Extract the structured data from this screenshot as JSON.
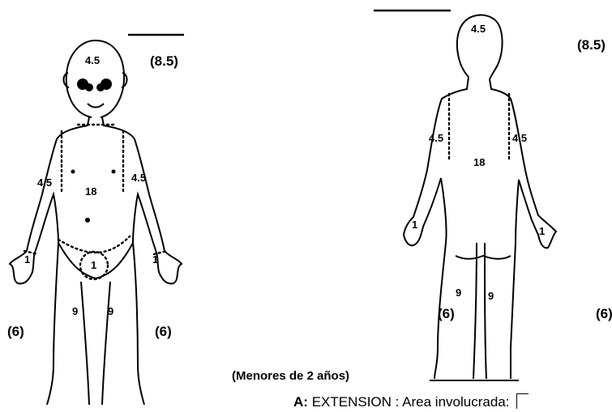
{
  "front_figure": {
    "head": "4.5",
    "head_total": "(8.5)",
    "trunk": "18",
    "left_arm": "4.5",
    "right_arm": "4.5",
    "left_hand": "1",
    "right_hand": "1",
    "genitals": "1",
    "left_leg": "9",
    "right_leg": "9",
    "left_leg_total": "(6)",
    "right_leg_total": "(6)"
  },
  "back_figure": {
    "head": "4.5",
    "head_total": "(8.5)",
    "trunk": "18",
    "left_arm": "4.5",
    "right_arm": "4.5",
    "left_hand": "1",
    "right_hand": "1",
    "left_leg": "9",
    "right_leg": "9",
    "left_leg_total": "(6)",
    "right_leg_total": "(6)"
  },
  "age_note": "(Menores de 2 años)",
  "footer": {
    "prefix": "A:",
    "text": "EXTENSION : Area involucrada:"
  }
}
